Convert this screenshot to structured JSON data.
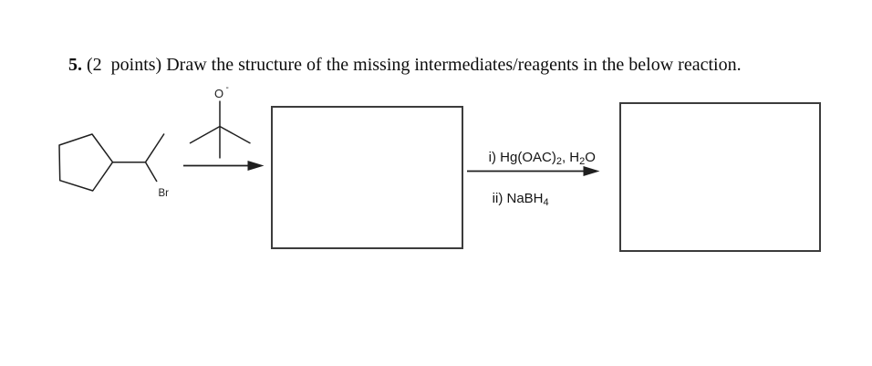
{
  "page": {
    "background": "#ffffff",
    "ink": "#1f1f1f",
    "box_border": "#3c3c3c"
  },
  "question": {
    "number": "5.",
    "text": " (2  points) Draw the structure of the missing intermediates/reagents in the below reaction."
  },
  "structures": {
    "substrate_br_label": "Br",
    "base_oxygen_label": "O",
    "base_charge_label": "-"
  },
  "reagents": {
    "step1": {
      "p1": "i) Hg(OAC)",
      "s1": "2",
      "p2": ", H",
      "s2": "2",
      "p3": "O"
    },
    "step2": {
      "p1": "ii) NaBH",
      "s1": "4"
    }
  }
}
